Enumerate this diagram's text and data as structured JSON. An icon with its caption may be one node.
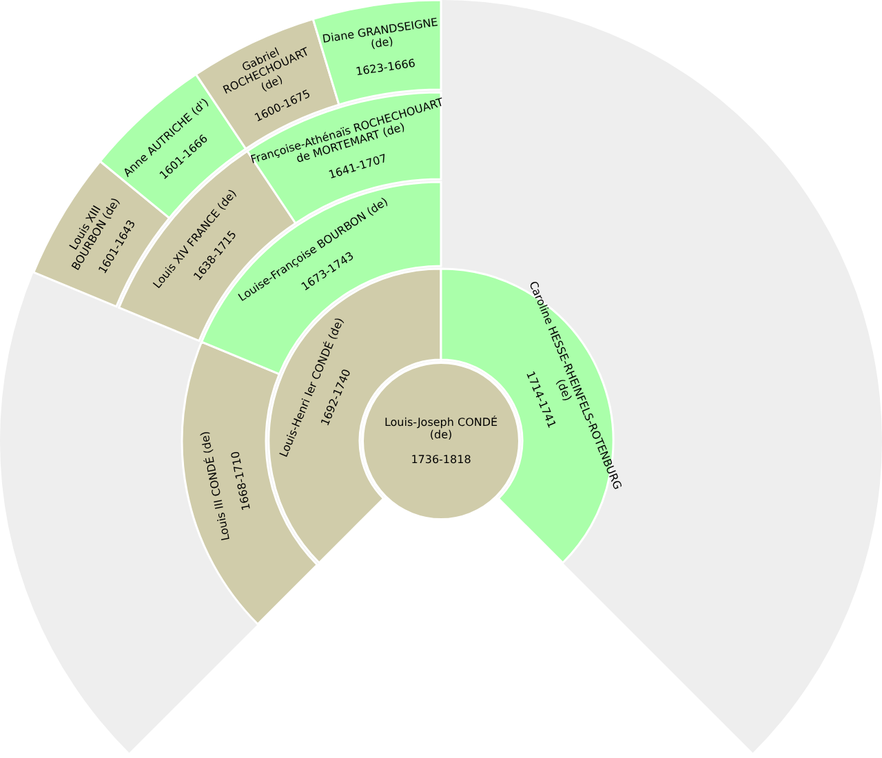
{
  "diagram": {
    "nodes": [
      {
        "text": [
          "Louis-Joseph CONDÉ (de)",
          "1736-1818"
        ]
      },
      {
        "text": [
          "Louis-Henri Ier CONDÉ (de)",
          "1692-1740"
        ]
      },
      {
        "text": [
          "Caroline HESSE-RHEINFELS-ROTENBURG (de)",
          "1714-1741"
        ]
      },
      {
        "text": [
          "Louis III CONDÉ (de)",
          "1668-1710"
        ]
      },
      {
        "text": [
          "Louise-Françoise BOURBON (de)",
          "1673-1743"
        ]
      },
      {
        "text": [
          "Louis XIV FRANCE (de)",
          "1638-1715"
        ]
      },
      {
        "text": [
          "Françoise-Athénaïs ROCHECHOUART de MORTEMART (de)",
          "1641-1707"
        ]
      },
      {
        "text": [
          "Louis XIII BOURBON (de)",
          "1601-1643"
        ]
      },
      {
        "text": [
          "Anne AUTRICHE (d')",
          "1601-1666"
        ]
      },
      {
        "text": [
          "Gabriel ROCHECHOUART (de)",
          "1600-1675"
        ]
      },
      {
        "text": [
          "Diane GRANDSEIGNE (de)",
          "1623-1666"
        ]
      }
    ]
  }
}
